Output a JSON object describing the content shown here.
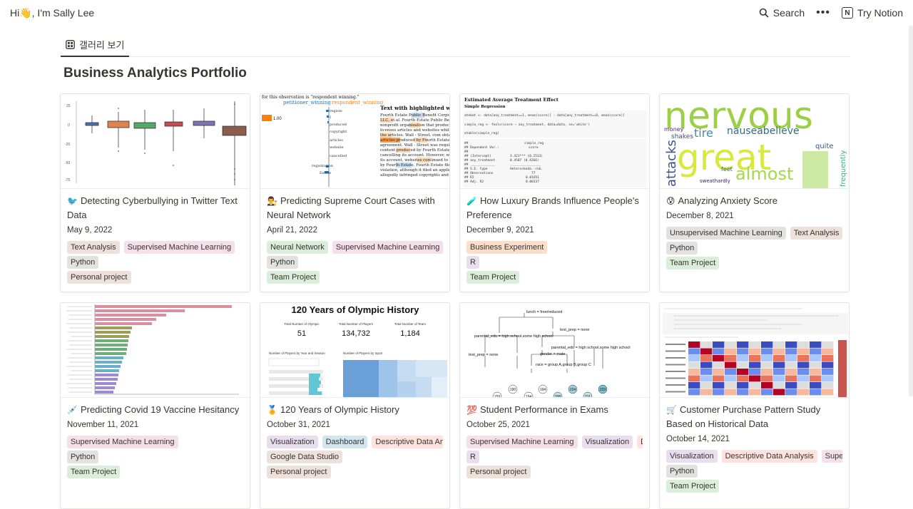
{
  "site": {
    "title": "Hi👋, I'm Sally Lee",
    "search_label": "Search",
    "more_label": "•••",
    "try_label": "Try Notion"
  },
  "view": {
    "tab_label": "갤러리 보기"
  },
  "page": {
    "title": "Business Analytics Portfolio"
  },
  "cards": [
    {
      "emoji": "🐦",
      "title": "Detecting Cyberbullying in Twitter Text Data",
      "date": "May 9, 2022",
      "tags1": [
        [
          "Text Analysis",
          "brown"
        ],
        [
          "Supervised Machine Learning",
          "pink"
        ]
      ],
      "tags2": [
        [
          "Python",
          "gray"
        ]
      ],
      "tags3": [
        [
          "Personal project",
          "brown"
        ]
      ]
    },
    {
      "emoji": "👨‍⚖️",
      "title": "Predicting Supreme Court Cases with Neural Network",
      "date": "April 21, 2022",
      "tags1": [
        [
          "Neural Network",
          "green"
        ],
        [
          "Supervised Machine Learning",
          "pink"
        ]
      ],
      "tags2": [
        [
          "Python",
          "gray"
        ]
      ],
      "tags3": [
        [
          "Team Project",
          "green"
        ]
      ]
    },
    {
      "emoji": "🧪",
      "title": "How Luxury Brands Influence People's Preference",
      "date": "December 9, 2021",
      "tags1": [
        [
          "Business Experiment",
          "orange"
        ]
      ],
      "tags2": [
        [
          "R",
          "purple"
        ]
      ],
      "tags3": [
        [
          "Team Project",
          "green"
        ]
      ]
    },
    {
      "emoji": "😰",
      "title": "Analyzing Anxiety Score",
      "date": "December 8, 2021",
      "tags1": [
        [
          "Unsupervised Machine Learning",
          "gray"
        ],
        [
          "Text Analysis",
          "brown"
        ]
      ],
      "tags2": [
        [
          "Python",
          "gray"
        ]
      ],
      "tags3": [
        [
          "Team Project",
          "green"
        ]
      ]
    },
    {
      "emoji": "💉",
      "title": "Predicting Covid 19 Vaccine Hesitancy",
      "date": "November 11, 2021",
      "tags1": [
        [
          "Supervised Machine Learning",
          "pink"
        ]
      ],
      "tags2": [
        [
          "Python",
          "gray"
        ]
      ],
      "tags3": [
        [
          "Team Project",
          "green"
        ]
      ]
    },
    {
      "emoji": "🏅",
      "title": "120 Years of Olympic History",
      "date": "October 31, 2021",
      "tags1": [
        [
          "Visualization",
          "purple"
        ],
        [
          "Dashboard",
          "blue"
        ],
        [
          "Descriptive Data Analysis",
          "red"
        ]
      ],
      "tags2": [
        [
          "Google Data Studio",
          "brown"
        ]
      ],
      "tags3": [
        [
          "Personal project",
          "brown"
        ]
      ]
    },
    {
      "emoji": "💯",
      "title": "Student Performance in Exams",
      "date": "October 25, 2021",
      "tags1": [
        [
          "Supervised Machine Learning",
          "pink"
        ],
        [
          "Visualization",
          "purple"
        ],
        [
          "Descriptive Data Analysis",
          "red"
        ]
      ],
      "tags2": [
        [
          "R",
          "purple"
        ]
      ],
      "tags3": [
        [
          "Personal project",
          "brown"
        ]
      ]
    },
    {
      "emoji": "🛒",
      "title": "Customer Purchase Pattern Study Based on Historical Data",
      "date": "October 14, 2021",
      "tags1": [
        [
          "Visualization",
          "purple"
        ],
        [
          "Descriptive Data Analysis",
          "red"
        ],
        [
          "Supervised Machine Learning",
          "pink"
        ]
      ],
      "tags2": [
        [
          "Python",
          "gray"
        ]
      ],
      "tags3": [
        [
          "Team Project",
          "green"
        ]
      ]
    }
  ],
  "thumbs": {
    "supreme": {
      "caption": "for this observation is \"respondent winning.\"",
      "legend_a": "petitioner_winning",
      "legend_b": "respondent_winning",
      "heading": "Text with highlighted words",
      "value": "1.00"
    },
    "luxury": {
      "heading": "Estimated Average Treatment Effect",
      "subheading": "Simple Regression"
    },
    "olympic": {
      "title": "120 Years of Olympic History",
      "stat1_label": "Total Number of Olympic",
      "stat1_value": "51",
      "stat2_label": "Total Number of Players",
      "stat2_value": "134,732",
      "stat3_label": "Total Number of Team",
      "stat3_value": "1,184",
      "left_label": "Number of Players by Year and Season",
      "right_label": "Number of Players by Sport"
    },
    "student": {
      "n1": "lunch = free/reduced",
      "n2": "test_prep = none",
      "n3": "parental_edu = high school,some high school",
      "n4": "parental_edu = high school,some high school",
      "n5": "test_prep = none",
      "n6": "gender = male",
      "n7": "race = group A,group B,group C",
      "leaves": [
        "159",
        "190",
        "194",
        "194",
        "208",
        "224",
        "211",
        "233"
      ]
    },
    "wordcloud": {
      "w1": "nervous",
      "w2": "great",
      "w3": "almost",
      "w4": "tire",
      "w5": "nauseabelieve",
      "w6": "attacks",
      "w7": "quite",
      "w8": "money",
      "w9": "shakes",
      "w10": "frequently",
      "w11": "feet",
      "w12": "sweathardly"
    }
  }
}
